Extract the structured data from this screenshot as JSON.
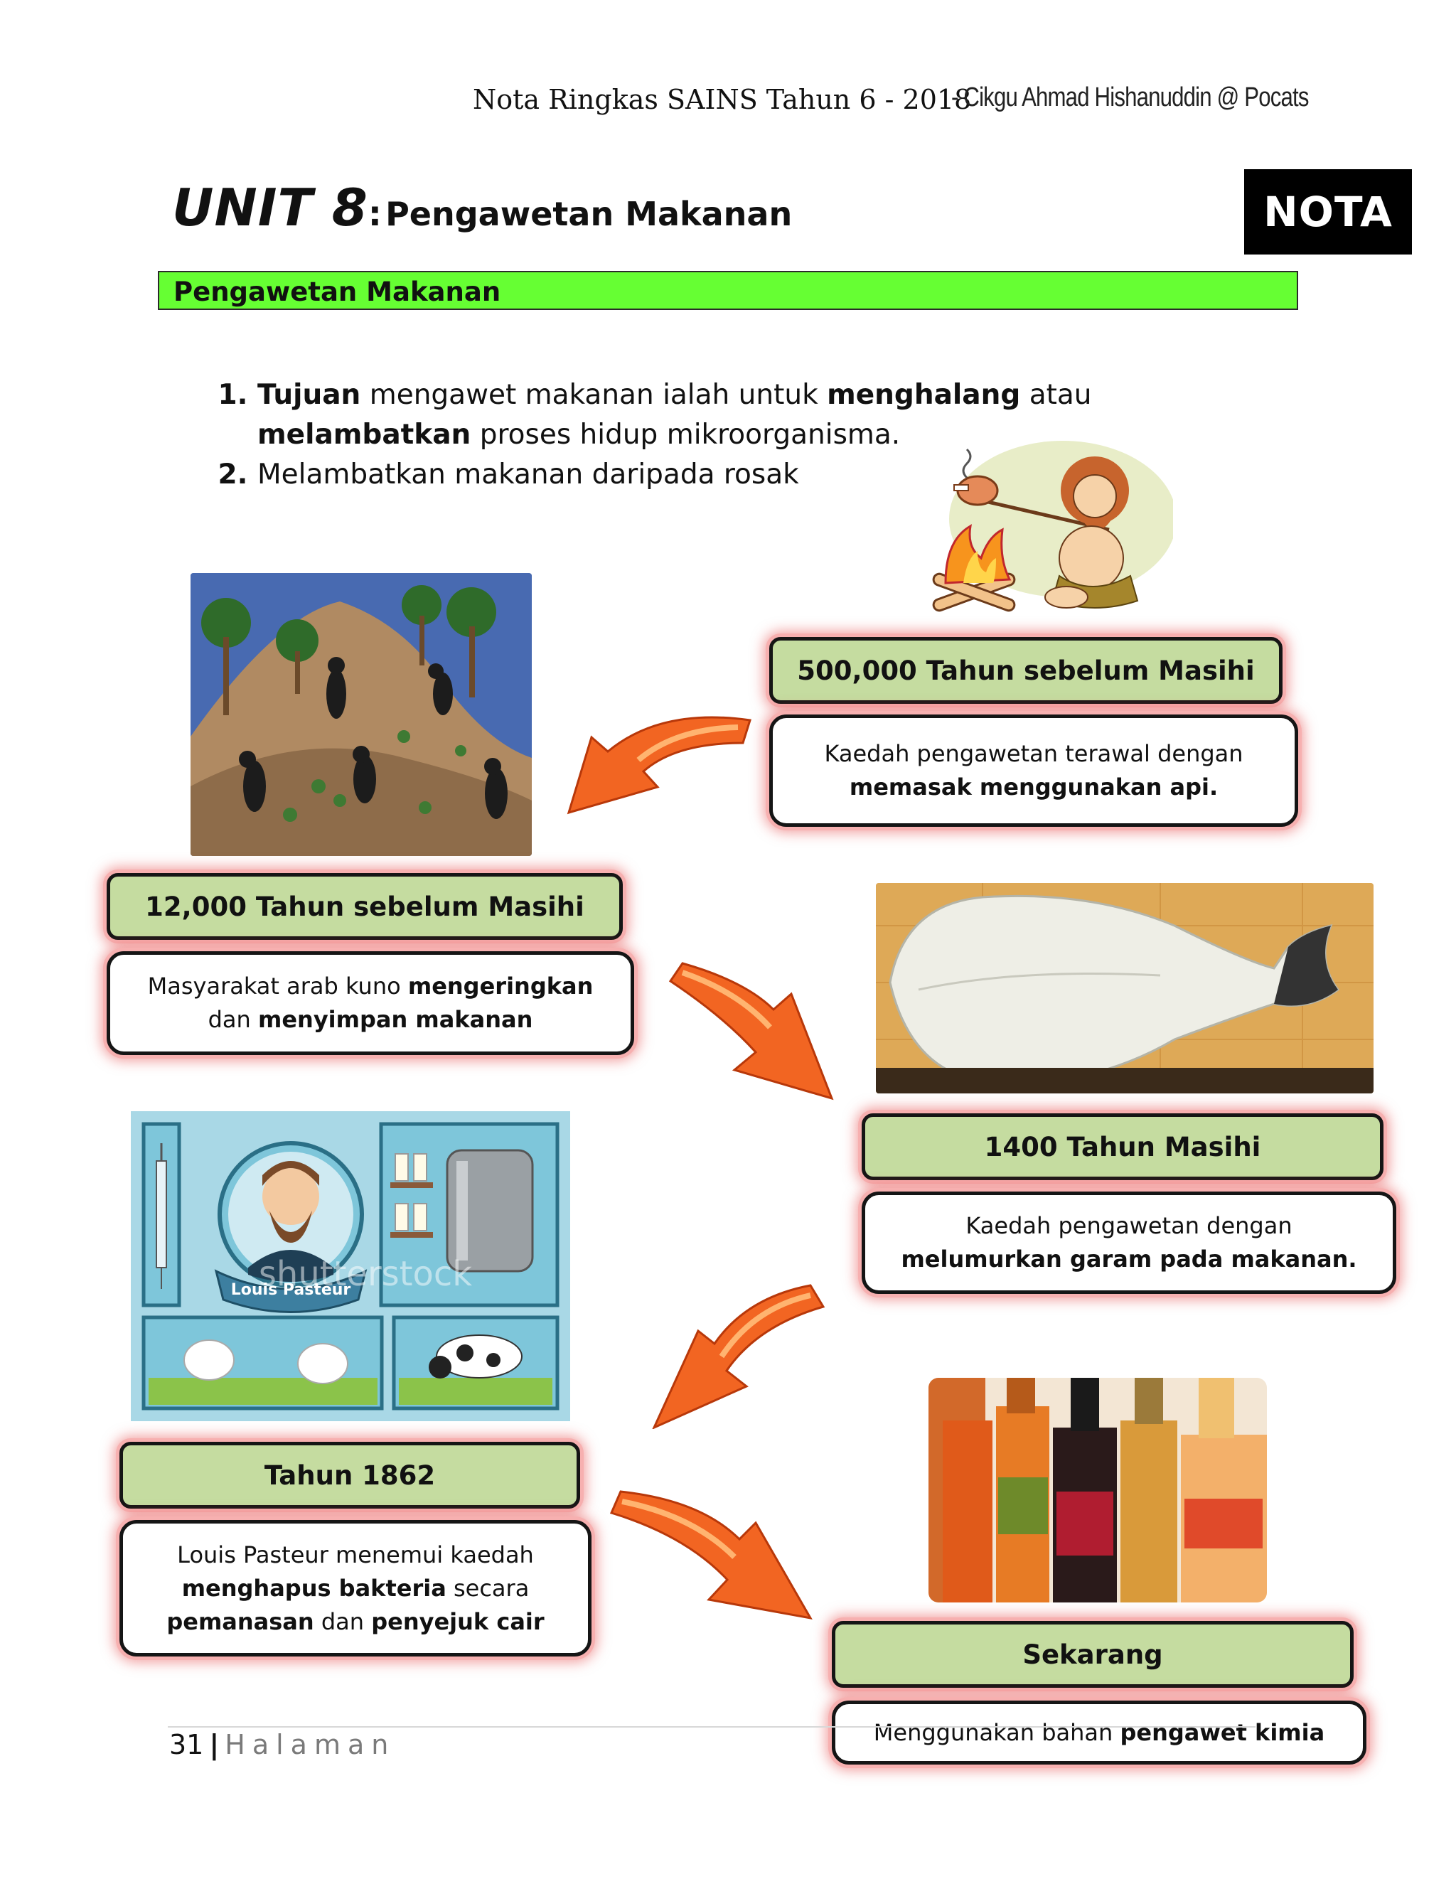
{
  "header": {
    "title": "Nota Ringkas SAINS Tahun 6 - 2018",
    "author": "- Cikgu Ahmad Hishanuddin @ Pocats"
  },
  "unit": {
    "number": "UNIT 8",
    "colon": ":",
    "name": "Pengawetan Makanan"
  },
  "badge": "NOTA",
  "section_title": "Pengawetan Makanan",
  "points": [
    {
      "parts": [
        {
          "t": "Tujuan",
          "b": true
        },
        {
          "t": " mengawet makanan ialah untuk "
        },
        {
          "t": "menghalang",
          "b": true
        },
        {
          "t": " atau "
        },
        {
          "t": "melambatkan",
          "b": true
        },
        {
          "t": " proses hidup mikroorganisma."
        }
      ]
    },
    {
      "parts": [
        {
          "t": "Melambatkan makanan daripada rosak"
        }
      ]
    }
  ],
  "timeline": [
    {
      "label": "500,000 Tahun sebelum Masihi",
      "desc": [
        [
          {
            "t": "Kaedah pengawetan terawal dengan"
          }
        ],
        [
          {
            "t": "memasak menggunakan api.",
            "b": true
          }
        ]
      ]
    },
    {
      "label": "12,000 Tahun sebelum Masihi",
      "desc": [
        [
          {
            "t": "Masyarakat arab kuno "
          },
          {
            "t": "mengeringkan",
            "b": true
          }
        ],
        [
          {
            "t": "dan "
          },
          {
            "t": "menyimpan makanan",
            "b": true
          }
        ]
      ]
    },
    {
      "label": "1400 Tahun  Masihi",
      "desc": [
        [
          {
            "t": "Kaedah pengawetan dengan"
          }
        ],
        [
          {
            "t": "melumurkan garam pada makanan.",
            "b": true
          }
        ]
      ]
    },
    {
      "label": "Tahun 1862",
      "desc": [
        [
          {
            "t": "Louis Pasteur menemui kaedah"
          }
        ],
        [
          {
            "t": "menghapus bakteria",
            "b": true
          },
          {
            "t": " secara"
          }
        ],
        [
          {
            "t": "pemanasan",
            "b": true
          },
          {
            "t": " dan "
          },
          {
            "t": "penyejuk cair",
            "b": true
          }
        ]
      ]
    },
    {
      "label": "Sekarang",
      "desc": [
        [
          {
            "t": "Menggunakan bahan "
          },
          {
            "t": "pengawet kimia",
            "b": true
          }
        ]
      ]
    }
  ],
  "images": {
    "pasteur_banner": "Louis Pasteur",
    "watermark": "shutterstock"
  },
  "footer": {
    "page_number": "31",
    "separator": "|",
    "page_word": "Halaman"
  },
  "colors": {
    "green_bar": "#66ff33",
    "label_box": "#c5dca0",
    "arrow": "#f26522",
    "glow": "#f08080"
  }
}
